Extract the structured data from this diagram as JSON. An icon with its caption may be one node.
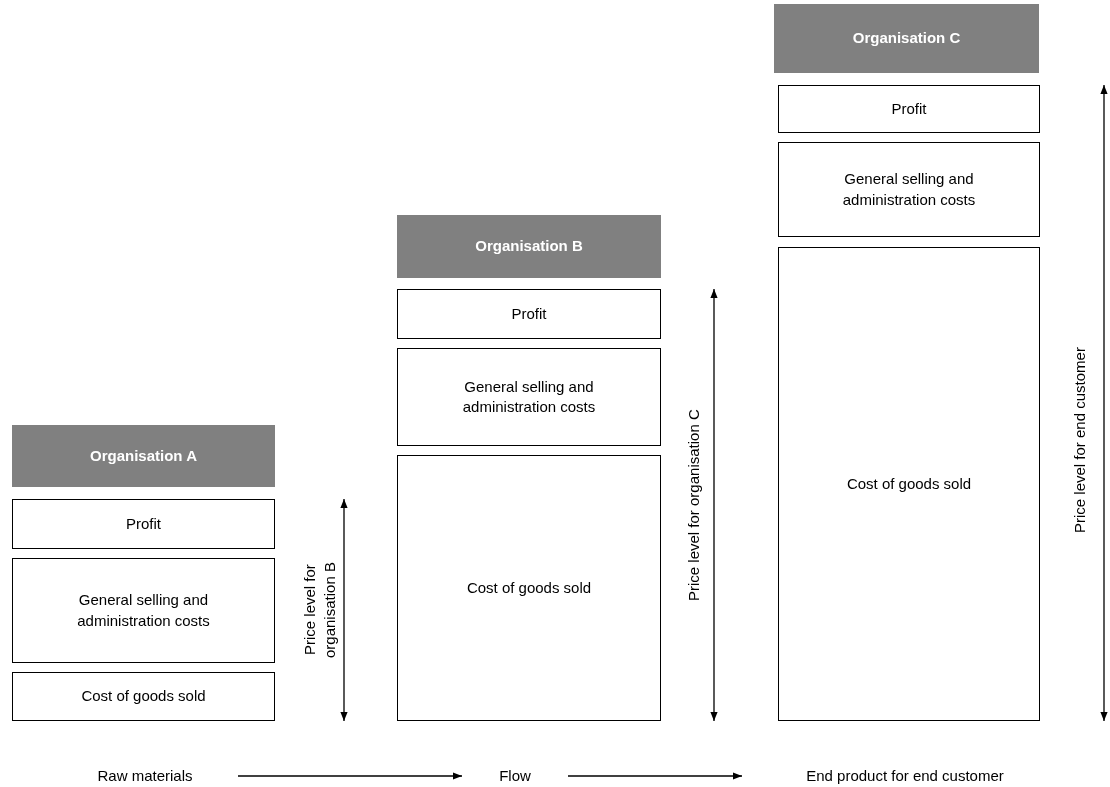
{
  "diagram": {
    "nodes": [
      {
        "text": [
          "Organisation A"
        ]
      },
      {
        "text": [
          "Profit"
        ]
      },
      {
        "text": [
          "General selling and administration costs"
        ]
      },
      {
        "text": [
          "Cost of goods sold"
        ]
      },
      {
        "text": [
          "Organisation B"
        ]
      },
      {
        "text": [
          "Profit"
        ]
      },
      {
        "text": [
          "General selling and administration costs"
        ]
      },
      {
        "text": [
          "Cost of goods sold"
        ]
      },
      {
        "text": [
          "Organisation C"
        ]
      },
      {
        "text": [
          "Profit"
        ]
      },
      {
        "text": [
          "General selling and administration costs"
        ]
      },
      {
        "text": [
          "Cost of goods sold"
        ]
      },
      {
        "text": [
          "Raw materials"
        ]
      },
      {
        "text": [
          "Flow"
        ]
      },
      {
        "text": [
          "End product for end customer"
        ]
      }
    ],
    "edges": [
      {
        "from": 12,
        "to": 13,
        "arrow": "to"
      },
      {
        "from": 13,
        "to": 14,
        "arrow": "to"
      }
    ],
    "labels": [
      "Price level for organisation B",
      "Price level for organisation C",
      "Price level for end customer"
    ]
  }
}
